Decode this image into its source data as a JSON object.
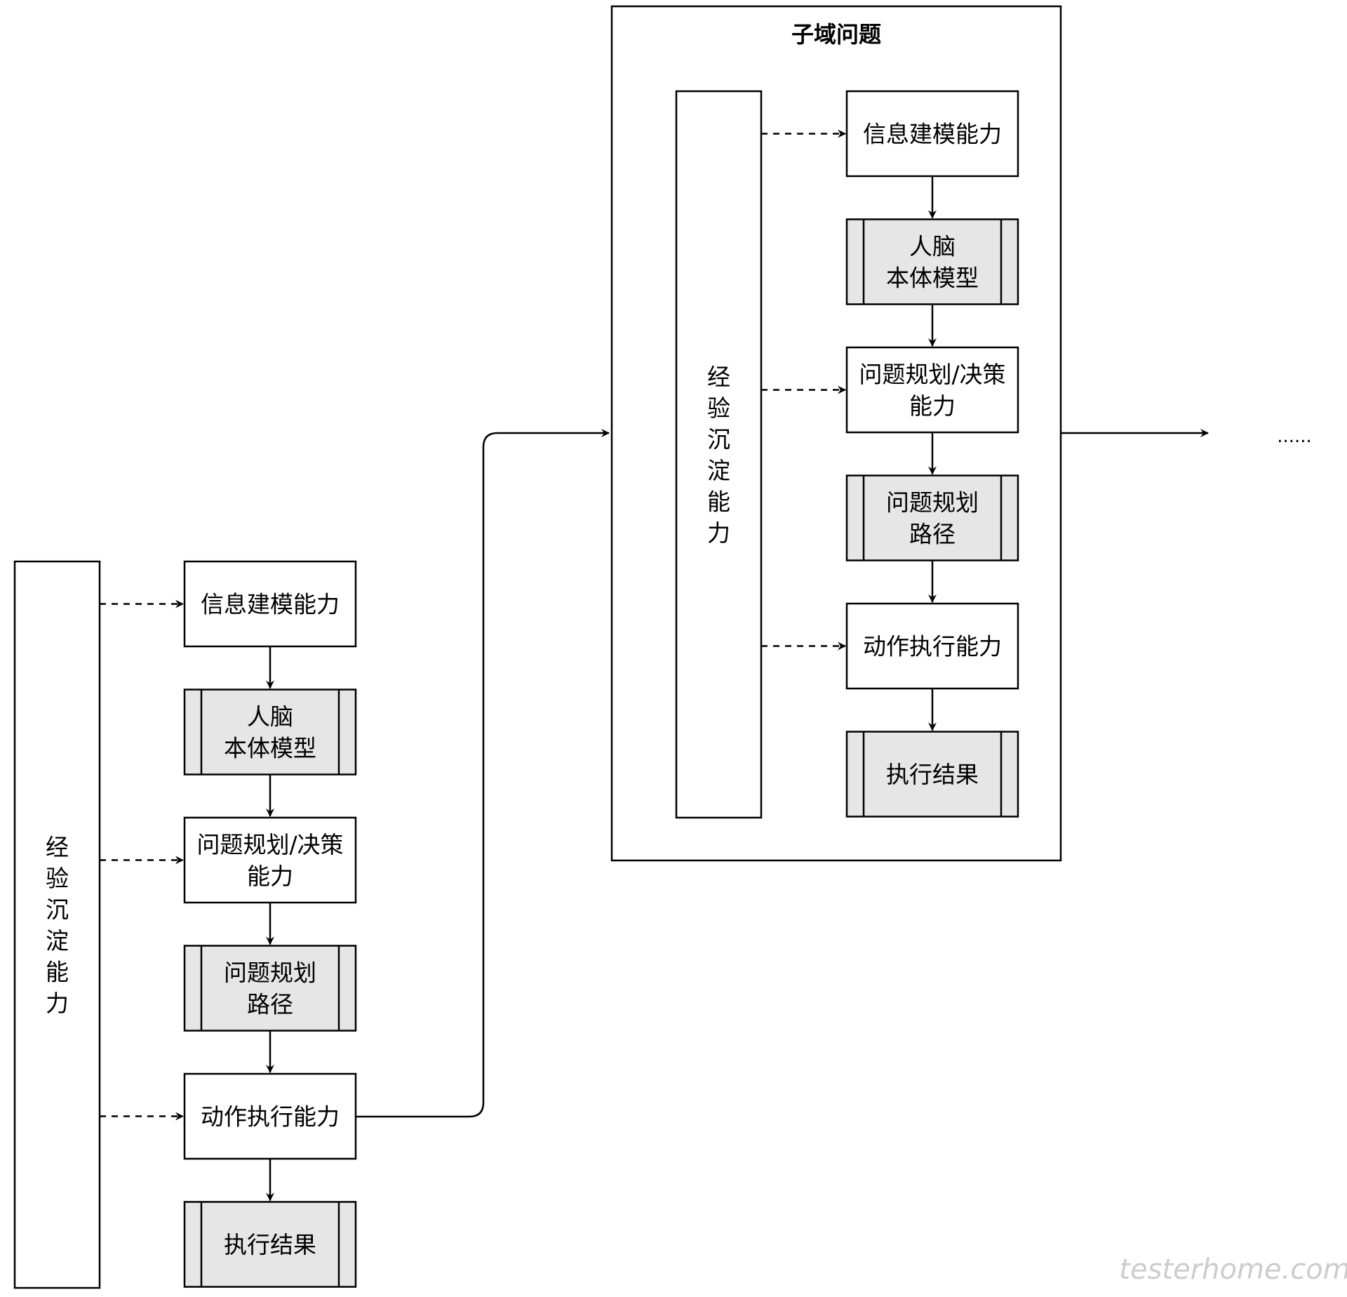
{
  "container_title": "子域问题",
  "experience_label": [
    "经",
    "验",
    "沉",
    "淀",
    "能",
    "力"
  ],
  "steps": [
    {
      "lines": [
        "信息建模能力"
      ],
      "type": "process",
      "dashed_input": true
    },
    {
      "lines": [
        "人脑",
        "本体模型"
      ],
      "type": "subprocess",
      "dashed_input": false
    },
    {
      "lines": [
        "问题规划/决策",
        "能力"
      ],
      "type": "process",
      "dashed_input": true
    },
    {
      "lines": [
        "问题规划",
        "路径"
      ],
      "type": "subprocess",
      "dashed_input": false
    },
    {
      "lines": [
        "动作执行能力"
      ],
      "type": "process",
      "dashed_input": true
    },
    {
      "lines": [
        "执行结果"
      ],
      "type": "subprocess",
      "dashed_input": false
    }
  ],
  "continuation": "......",
  "watermark": "testerhome.com",
  "colors": {
    "subprocess_fill": "#e6e6e6",
    "stroke": "#000000",
    "watermark": "#cccccc"
  }
}
